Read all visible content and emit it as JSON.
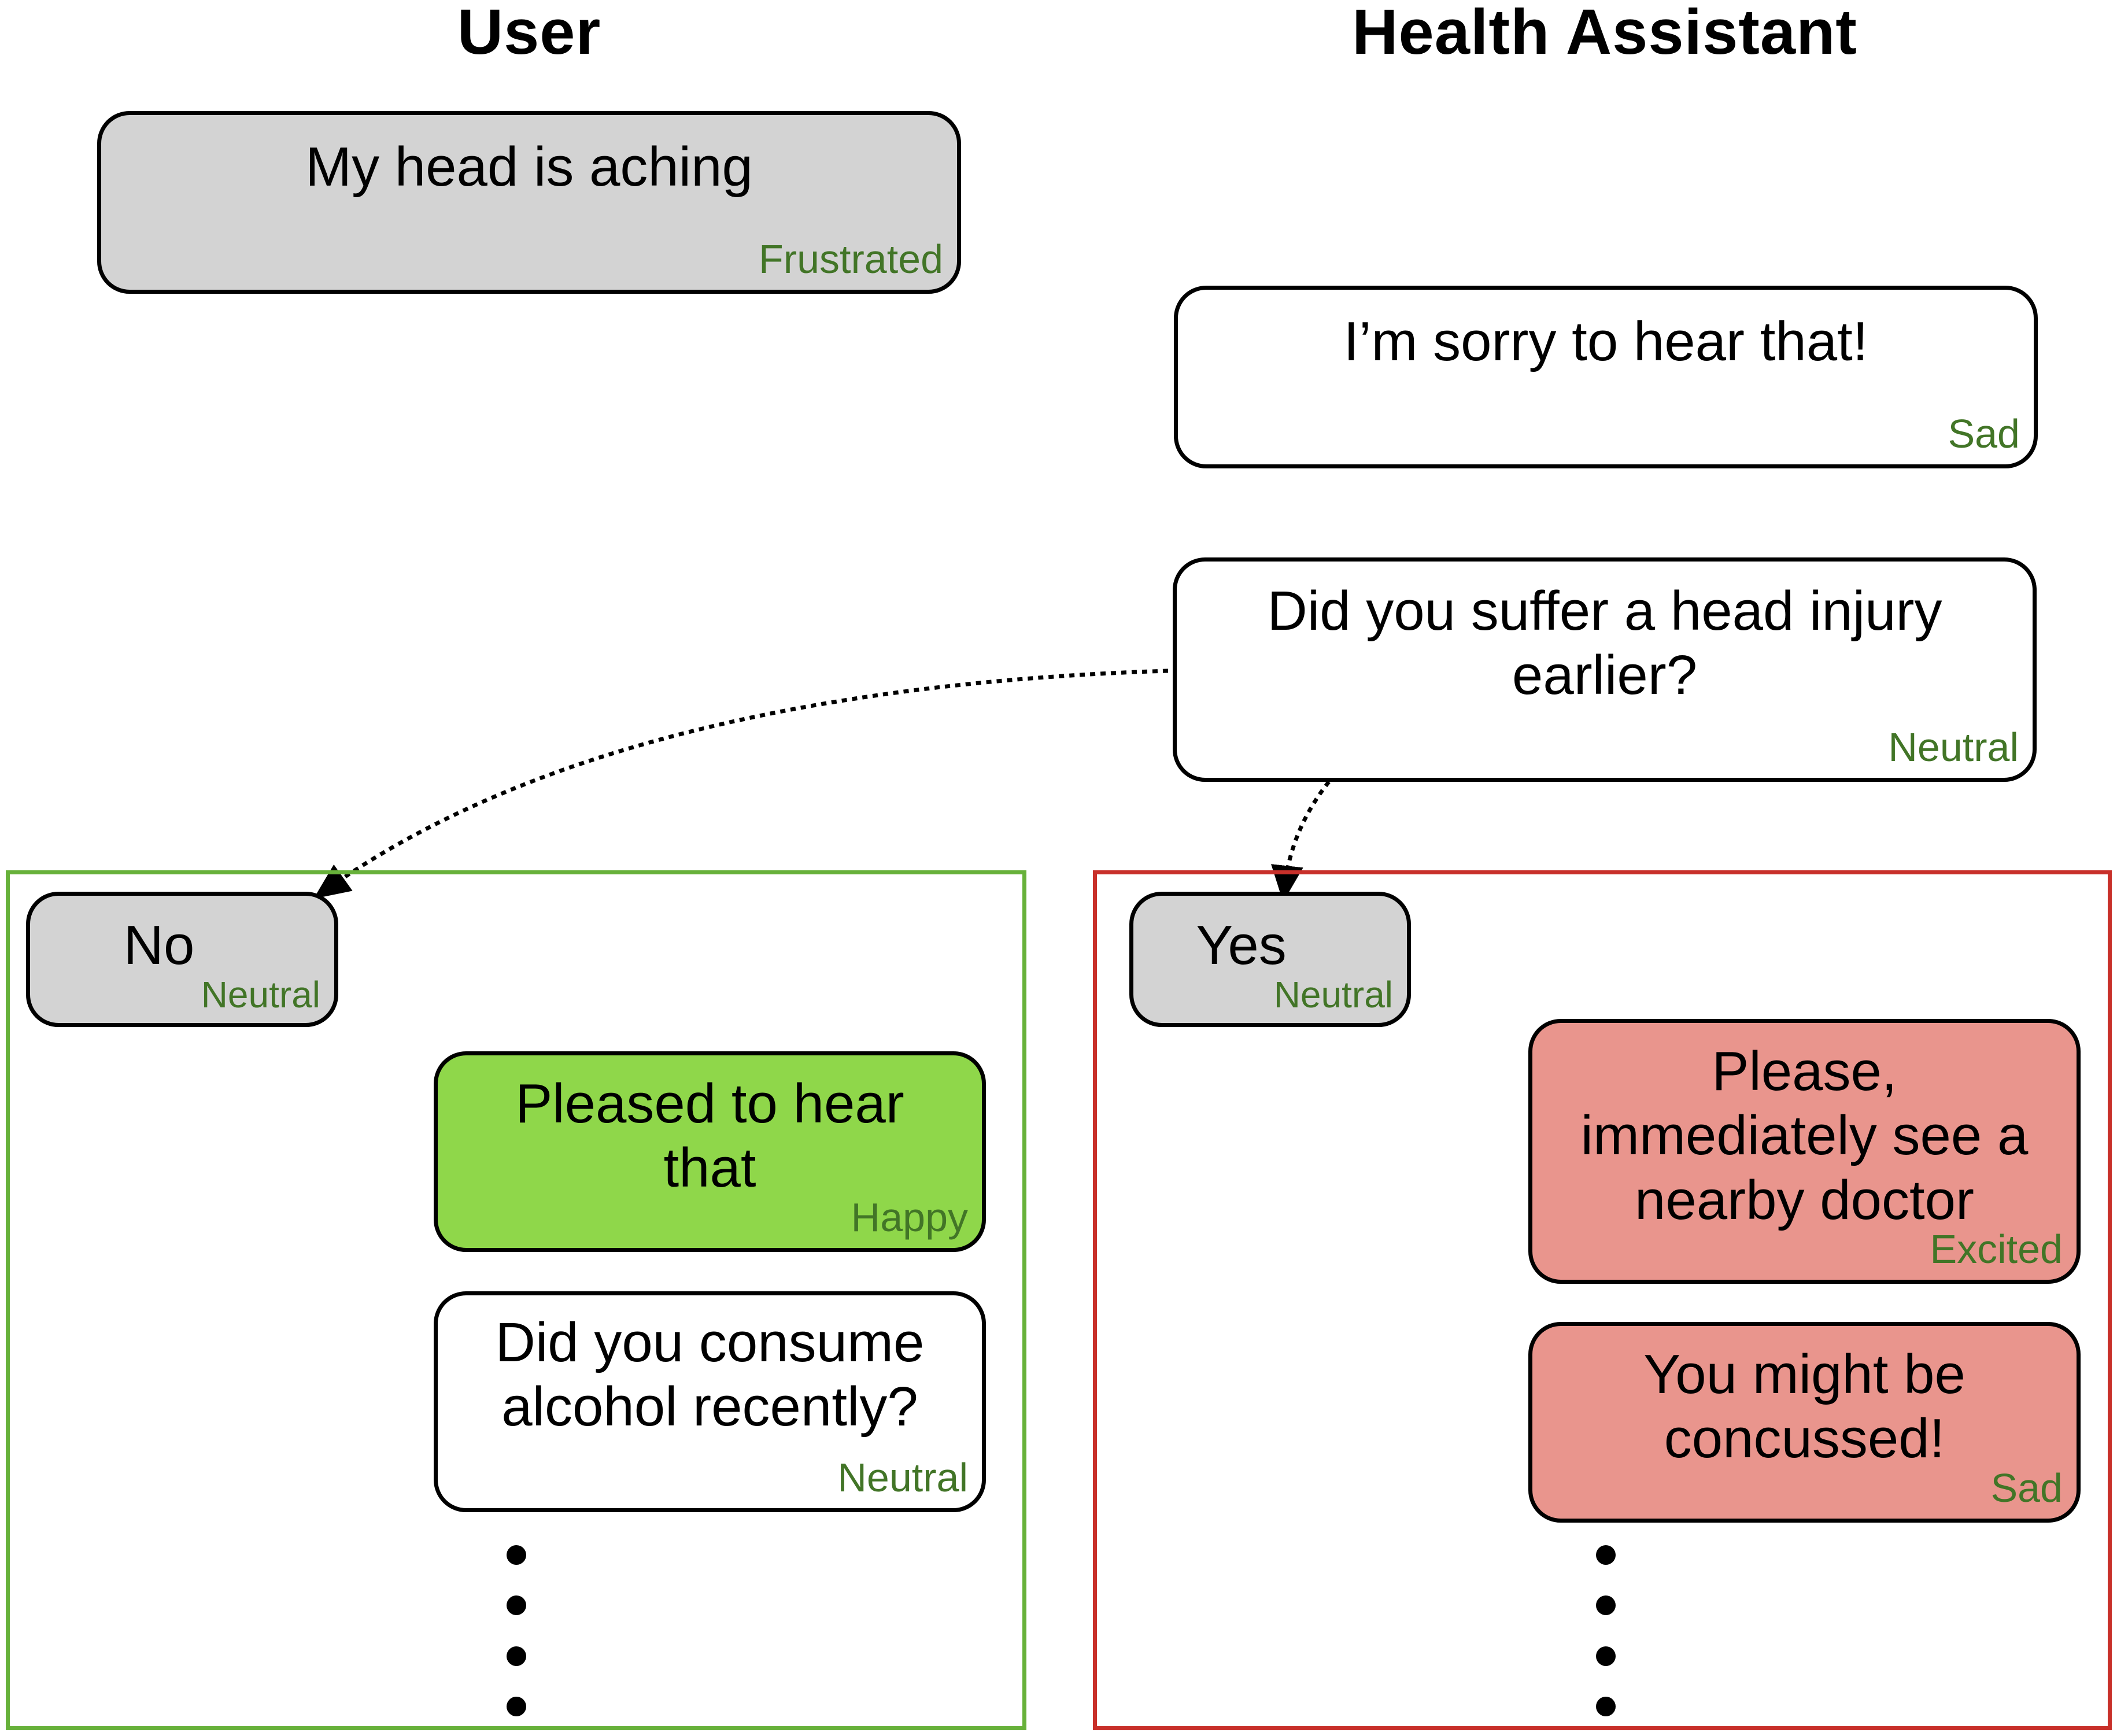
{
  "headers": {
    "user": "User",
    "assistant": "Health Assistant"
  },
  "turns": {
    "user_1": {
      "text": "My head is aching",
      "emotion": "Frustrated"
    },
    "assistant_1": {
      "text": "I’m sorry to hear that!",
      "emotion": "Sad"
    },
    "assistant_2": {
      "text": "Did you suffer a head injury earlier?",
      "emotion": "Neutral"
    }
  },
  "branch_no": {
    "user_reply": {
      "text": "No",
      "emotion": "Neutral"
    },
    "assistant_1": {
      "text": "Pleased to hear that",
      "emotion": "Happy"
    },
    "assistant_2": {
      "text": "Did you consume alcohol recently?",
      "emotion": "Neutral"
    }
  },
  "branch_yes": {
    "user_reply": {
      "text": "Yes",
      "emotion": "Neutral"
    },
    "assistant_1": {
      "text": "Please, immediately see a nearby doctor",
      "emotion": "Excited"
    },
    "assistant_2": {
      "text": "You might be concussed!",
      "emotion": "Sad"
    }
  },
  "colors": {
    "user_bubble": "#d3d3d3",
    "assistant_bubble": "#ffffff",
    "positive_bubble": "#8fd74a",
    "negative_bubble": "#e9958d",
    "positive_frame": "#67b13a",
    "negative_frame": "#c8302a",
    "emotion_label": "#427527"
  }
}
